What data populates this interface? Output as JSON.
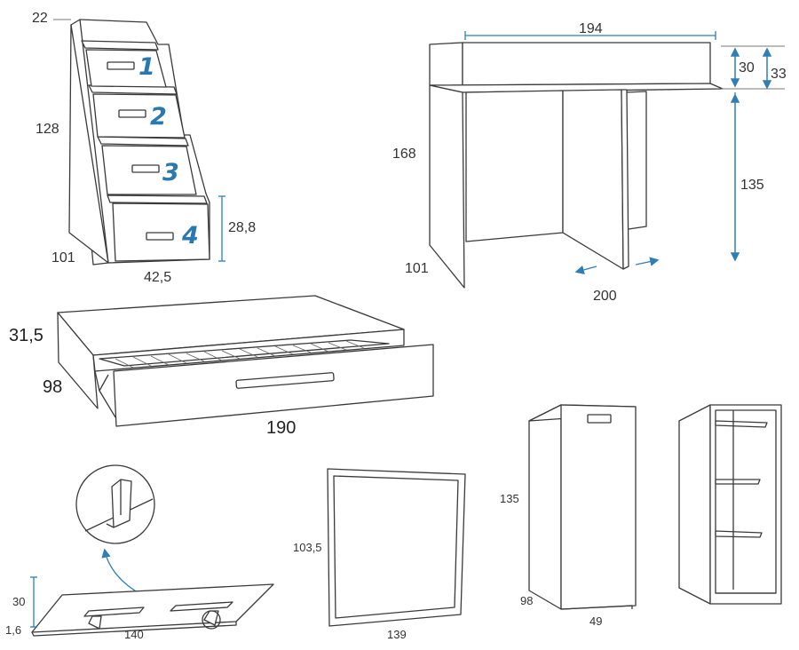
{
  "stair_unit": {
    "dim_top": "22",
    "dim_height": "128",
    "dim_depth": "101",
    "dim_width": "42,5",
    "dim_drawer": "28,8",
    "drawer_numbers": [
      "1",
      "2",
      "3",
      "4"
    ]
  },
  "desk": {
    "dim_width": "194",
    "dim_shelf": "30",
    "dim_shelf_total": "33",
    "dim_height": "168",
    "dim_leg_height": "135",
    "dim_depth": "101",
    "dim_extend": "200"
  },
  "trundle_bed": {
    "dim_height": "31,5",
    "dim_depth": "98",
    "dim_length": "190"
  },
  "wall_shelf": {
    "dim_height": "30",
    "dim_thickness": "1,6",
    "dim_length": "140"
  },
  "mirror": {
    "dim_height": "103,5",
    "dim_width": "139"
  },
  "wardrobe": {
    "dim_height": "135",
    "dim_depth": "98",
    "dim_width": "49"
  },
  "colors": {
    "dimension_line": "#2f7fb5",
    "outline": "#3a3a3a"
  }
}
